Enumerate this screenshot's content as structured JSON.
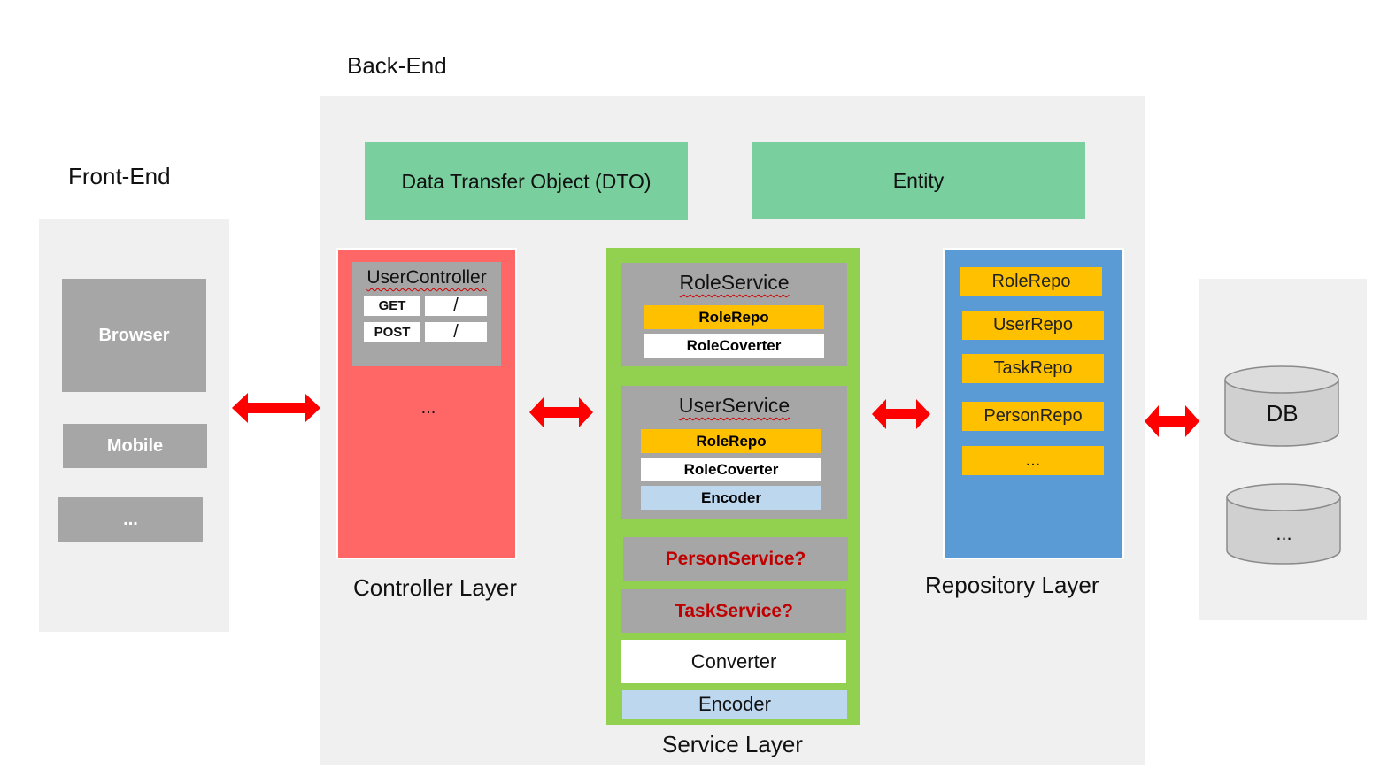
{
  "frontend": {
    "title": "Front-End",
    "clients": [
      "Browser",
      "Mobile",
      "..."
    ]
  },
  "backend": {
    "title": "Back-End",
    "dto": "Data Transfer Object (DTO)",
    "entity": "Entity",
    "controller": {
      "layer_label": "Controller Layer",
      "user_controller": "UserController",
      "routes": [
        {
          "method": "GET",
          "path": "/"
        },
        {
          "method": "POST",
          "path": "/"
        }
      ],
      "more": "..."
    },
    "service": {
      "layer_label": "Service Layer",
      "role_service": {
        "title": "RoleService",
        "items": [
          "RoleRepo",
          "RoleCoverter"
        ]
      },
      "user_service": {
        "title": "UserService",
        "items": [
          "RoleRepo",
          "RoleCoverter",
          "Encoder"
        ]
      },
      "person_service": "PersonService?",
      "task_service": "TaskService?",
      "converter": "Converter",
      "encoder": "Encoder"
    },
    "repository": {
      "layer_label": "Repository Layer",
      "items": [
        "RoleRepo",
        "UserRepo",
        "TaskRepo",
        "PersonRepo",
        "..."
      ]
    }
  },
  "database": {
    "items": [
      "DB",
      "..."
    ]
  },
  "colors": {
    "arrow": "#ff0000",
    "controller": "#ff6666",
    "service": "#92d050",
    "repository": "#5b9bd5",
    "model": "#79cf9e",
    "repo_item": "#ffc000"
  }
}
